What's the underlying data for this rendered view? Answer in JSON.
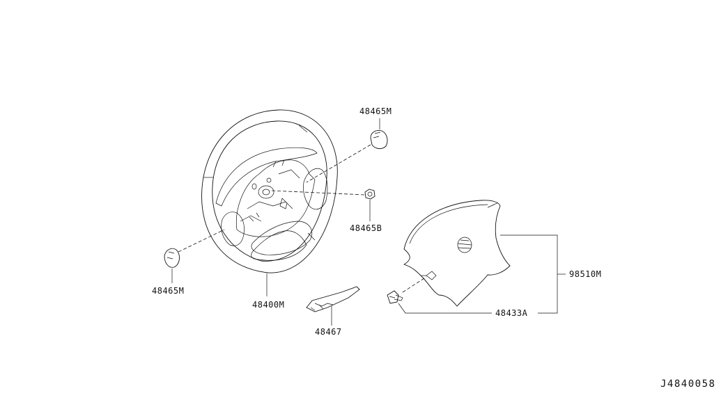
{
  "parts": {
    "horn_cap_upper": "48465M",
    "horn_cap_lower": "48465M",
    "nut": "48465B",
    "steering_wheel": "48400M",
    "bracket": "48467",
    "bolt": "48433A",
    "airbag_module": "98510M"
  },
  "diagram_code": "J4840058"
}
